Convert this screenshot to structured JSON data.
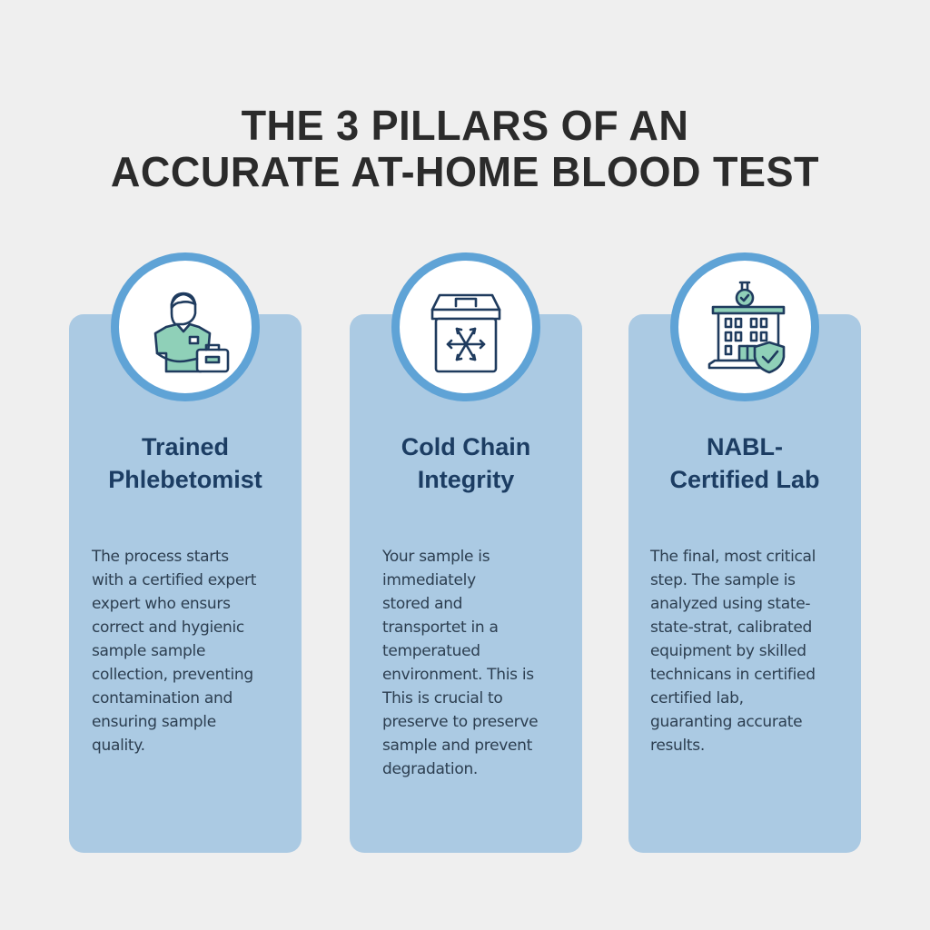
{
  "title": {
    "line1": "THE 3 PILLARS OF AN",
    "line2": "ACCURATE AT-HOME BLOOD TEST"
  },
  "colors": {
    "background": "#efefef",
    "card": "#abcae3",
    "ring": "#5fa3d6",
    "heading": "#1c3d63",
    "icon_stroke": "#1f3b5e",
    "icon_fill": "#8fd0b8"
  },
  "pillars": [
    {
      "icon": "phlebotomist-icon",
      "title_line1": "Trained",
      "title_line2": "Phlebetomist",
      "body_lines": [
        "The process starts",
        "with a certified expert",
        "expert who ensurs",
        "correct and hygienic",
        "sample sample",
        "collection, preventing",
        "contamination and",
        "ensuring sample",
        "quality."
      ]
    },
    {
      "icon": "cooler-snowflake-icon",
      "title_line1": "Cold Chain",
      "title_line2": "Integrity",
      "body_lines": [
        "Your sample is",
        "immediately",
        "stored and",
        "transportet in a",
        "temperatued",
        "environment. This is",
        "This is crucial to",
        "preserve to preserve",
        "sample and prevent",
        "degradation."
      ]
    },
    {
      "icon": "certified-lab-building-icon",
      "title_line1": "NABL-",
      "title_line2": "Certified Lab",
      "body_lines": [
        "The final, most critical",
        "step. The sample is",
        "analyzed using state-",
        "state-strat, calibrated",
        "equipment by skilled",
        "technicans in certified",
        "certified lab,",
        "guaranting accurate",
        "results."
      ]
    }
  ]
}
